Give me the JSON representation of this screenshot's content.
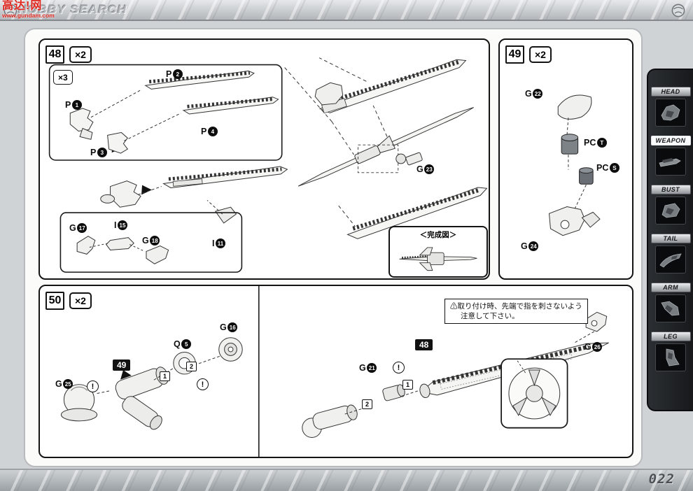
{
  "header": {
    "brand": "HOBBY SEARCH"
  },
  "footer": {
    "page_number": "022"
  },
  "watermark": {
    "line1": "高达!网",
    "line2": "www.gundam.com"
  },
  "panels": {
    "p48": {
      "step": "48",
      "qty": "×2",
      "sub_qty": "×3",
      "completed_label": "＜完成図＞",
      "parts": {
        "p1": {
          "letter": "P",
          "num": "1"
        },
        "p2": {
          "letter": "P",
          "num": "2"
        },
        "p3": {
          "letter": "P",
          "num": "3"
        },
        "p4": {
          "letter": "P",
          "num": "4"
        },
        "g17": {
          "letter": "G",
          "num": "17"
        },
        "i15": {
          "letter": "I",
          "num": "15"
        },
        "g18": {
          "letter": "G",
          "num": "18"
        },
        "i11": {
          "letter": "I",
          "num": "11"
        },
        "g23": {
          "letter": "G",
          "num": "23"
        }
      }
    },
    "p49": {
      "step": "49",
      "qty": "×2",
      "parts": {
        "g22": {
          "letter": "G",
          "num": "22"
        },
        "pc_t": {
          "letter": "PC",
          "num": "T"
        },
        "pc_s": {
          "letter": "PC",
          "num": "S"
        },
        "g24": {
          "letter": "G",
          "num": "24"
        }
      }
    },
    "p50": {
      "step": "50",
      "qty": "×2",
      "ref_step_49": "49",
      "ref_step_48": "48",
      "order_1": "1",
      "order_2": "2",
      "caution_mark": "!",
      "warning_icon": "⚠",
      "warning_line1": "取り付け時、先端で指を刺さないよう",
      "warning_line2": "注意して下さい。",
      "parts": {
        "g25": {
          "letter": "G",
          "num": "25"
        },
        "q5": {
          "letter": "Q",
          "num": "5"
        },
        "g16": {
          "letter": "G",
          "num": "16"
        },
        "g21": {
          "letter": "G",
          "num": "21"
        },
        "g26": {
          "letter": "G",
          "num": "26"
        }
      }
    }
  },
  "sidebar": {
    "items": [
      {
        "label": "HEAD"
      },
      {
        "label": "WEAPON"
      },
      {
        "label": "BUST"
      },
      {
        "label": "TAIL"
      },
      {
        "label": "ARM"
      },
      {
        "label": "LEG"
      }
    ],
    "active": "WEAPON"
  },
  "colors": {
    "accent_red": "#e02820",
    "panel_border": "#141414",
    "bar_gray": "#b2b6ba"
  }
}
